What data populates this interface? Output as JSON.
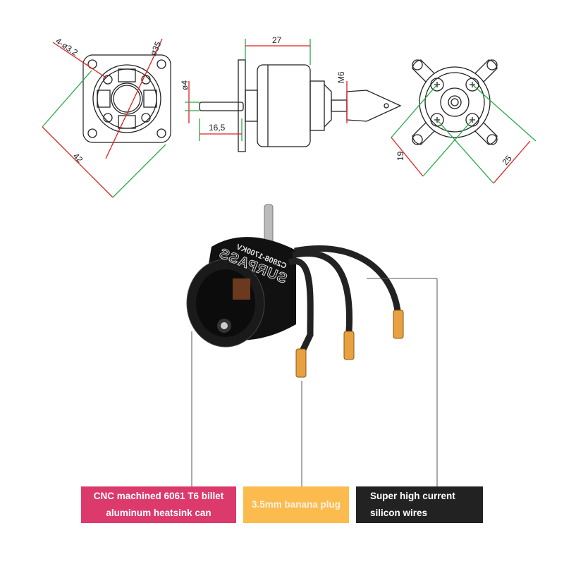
{
  "drawing": {
    "front_view": {
      "hole_label": "4-ø3.2",
      "diameter_label": "ø35",
      "mount_span_label": "42"
    },
    "side_view": {
      "shaft_label": "ø4",
      "length_label": "27",
      "shaft_length_label": "16,5",
      "thread_label": "M6"
    },
    "rear_view": {
      "inner_span_label": "19",
      "outer_span_label": "25"
    }
  },
  "product": {
    "brand_logo_text": "SURPASS",
    "model_logo_text": "C2808-1700KV"
  },
  "labels": {
    "can": {
      "line1": "CNC machined 6061 T6 billet",
      "line2": "aluminum heatsink can",
      "color": "#dc3a6c"
    },
    "plug": {
      "text": "3.5mm banana plug",
      "color": "#fbbb4f"
    },
    "wires": {
      "line1": "Super high current",
      "line2": "silicon wires",
      "color": "#222222"
    }
  }
}
